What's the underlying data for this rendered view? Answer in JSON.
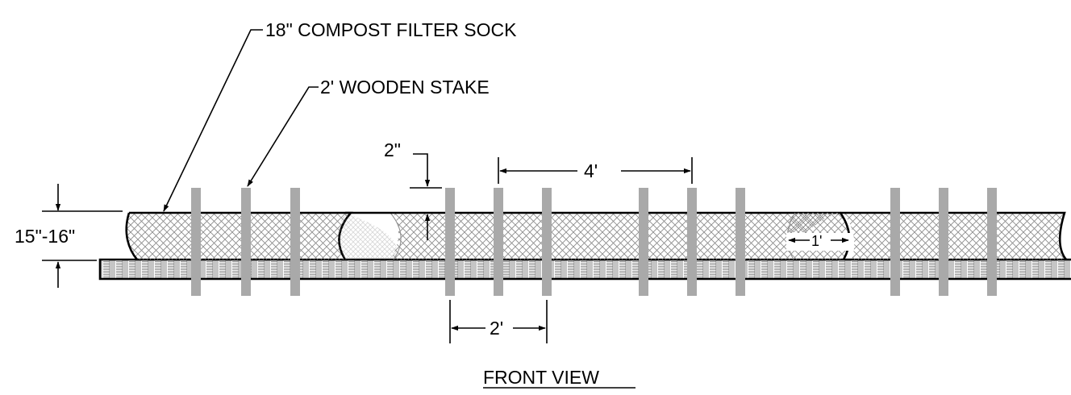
{
  "labels": {
    "sock_callout": "18\" COMPOST FILTER SOCK",
    "stake_callout": "2' WOODEN STAKE",
    "height_dim": "15\"-16\"",
    "stake_above_dim": "2\"",
    "stake_group_spacing": "4'",
    "stake_spacing": "2'",
    "overlap_dim": "1'",
    "view_title": "FRONT VIEW"
  },
  "colors": {
    "stake": "#a9a9a9",
    "sock_hatch": "#8c8c8c",
    "ground_hatch": "#6e6e6e",
    "line": "#000000"
  }
}
